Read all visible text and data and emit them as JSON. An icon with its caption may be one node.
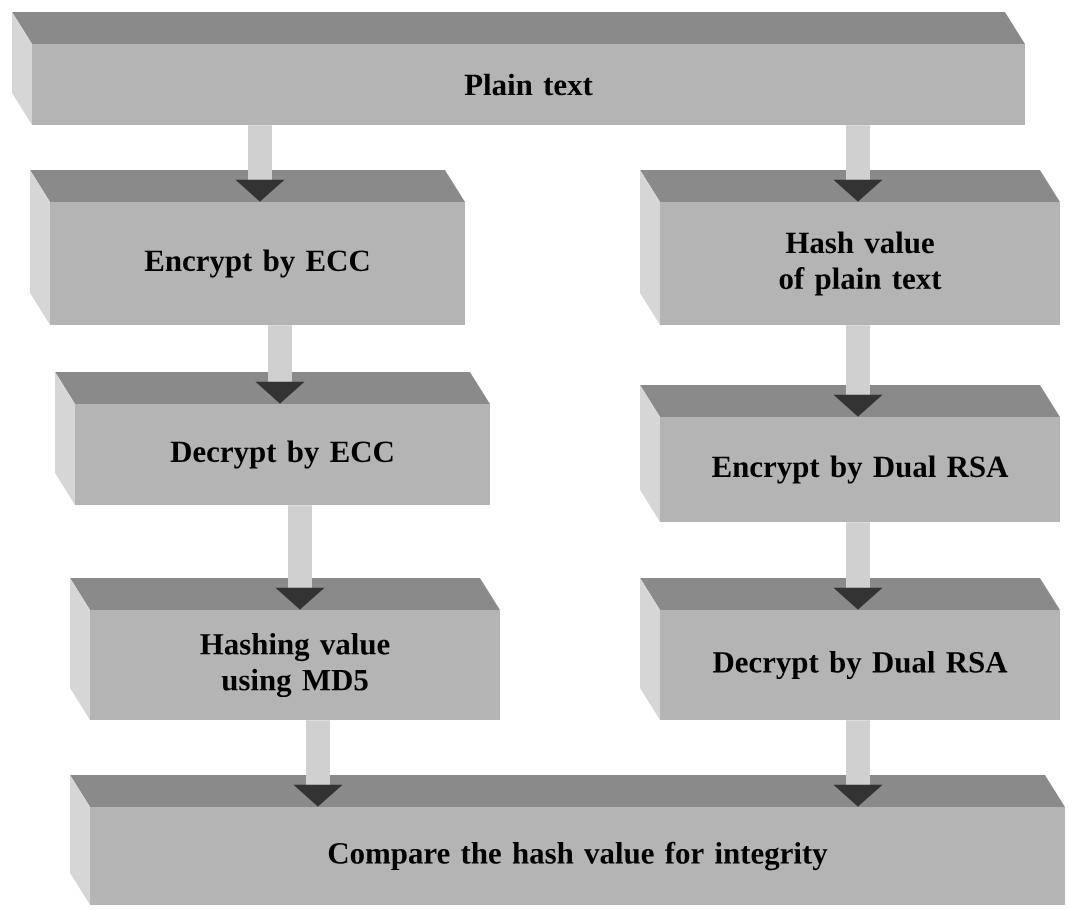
{
  "diagram": {
    "nodes": [
      {
        "text": [
          "Plain text"
        ]
      },
      {
        "text": [
          "Encrypt by ECC"
        ]
      },
      {
        "text": [
          "Decrypt by ECC"
        ]
      },
      {
        "text": [
          "Hashing value using MD5"
        ]
      },
      {
        "text": [
          "Hash value of plain text"
        ]
      },
      {
        "text": [
          "Encrypt by Dual RSA"
        ]
      },
      {
        "text": [
          "Decrypt by Dual RSA"
        ]
      },
      {
        "text": [
          "Compare the hash value for integrity"
        ]
      }
    ],
    "edges": [
      {
        "from": 0,
        "to": 1,
        "arrow": "to"
      },
      {
        "from": 1,
        "to": 2,
        "arrow": "to"
      },
      {
        "from": 2,
        "to": 3,
        "arrow": "to"
      },
      {
        "from": 3,
        "to": 7,
        "arrow": "to"
      },
      {
        "from": 0,
        "to": 4,
        "arrow": "to"
      },
      {
        "from": 4,
        "to": 5,
        "arrow": "to"
      },
      {
        "from": 5,
        "to": 6,
        "arrow": "to"
      },
      {
        "from": 6,
        "to": 7,
        "arrow": "to"
      }
    ]
  }
}
